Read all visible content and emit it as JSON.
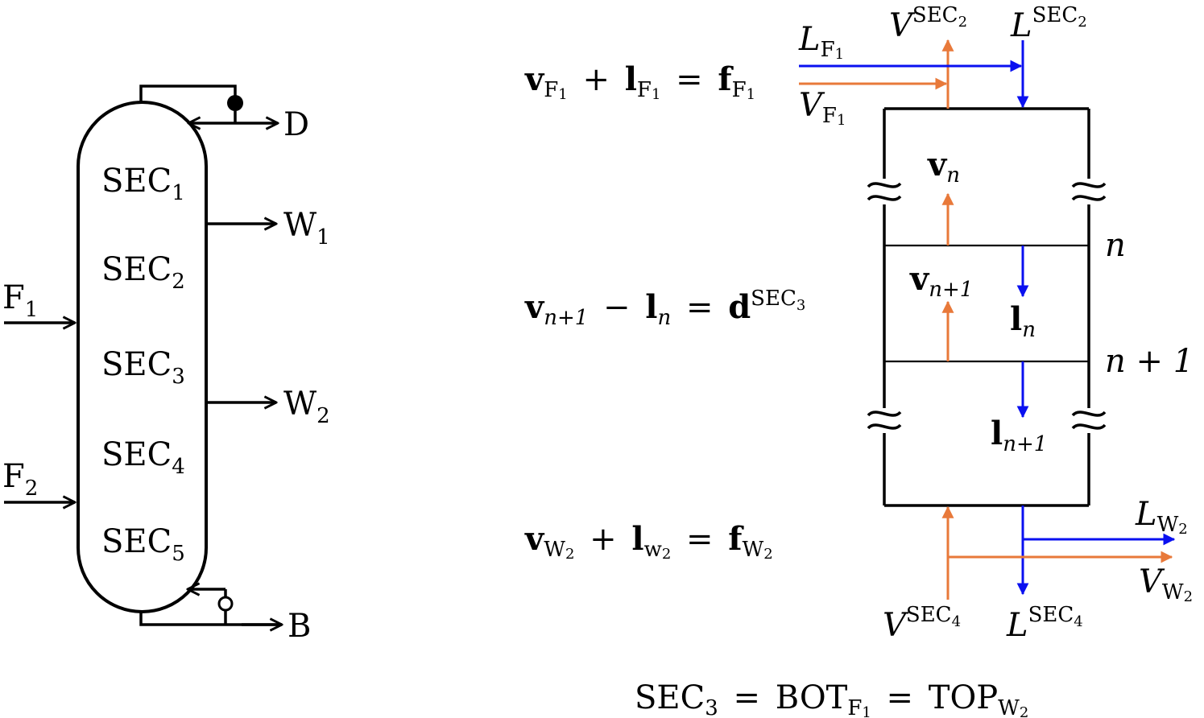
{
  "column": {
    "sections": [
      {
        "base": "SEC",
        "sub": "1"
      },
      {
        "base": "SEC",
        "sub": "2"
      },
      {
        "base": "SEC",
        "sub": "3"
      },
      {
        "base": "SEC",
        "sub": "4"
      },
      {
        "base": "SEC",
        "sub": "5"
      }
    ],
    "streams": {
      "distillate": "D",
      "bottoms": "B",
      "side1": {
        "base": "W",
        "sub": "1"
      },
      "side2": {
        "base": "W",
        "sub": "2"
      },
      "feed1": {
        "base": "F",
        "sub": "1"
      },
      "feed2": {
        "base": "F",
        "sub": "2"
      }
    }
  },
  "equations": {
    "eq1": {
      "v": "v",
      "vsub": "F",
      "vsub2": "1",
      "plus": "+",
      "l": "l",
      "lsub": "F",
      "lsub2": "1",
      "eq": "=",
      "f": "f",
      "fsub": "F",
      "fsub2": "1"
    },
    "eq2": {
      "v": "v",
      "vsub": "n+1",
      "minus": "−",
      "l": "l",
      "lsub": "n",
      "eq": "=",
      "d": "d",
      "dsup": "SEC",
      "dsup2": "3"
    },
    "eq3": {
      "v": "v",
      "vsub": "W",
      "vsub2": "2",
      "plus": "+",
      "l": "l",
      "lsub": "w",
      "lsub2": "2",
      "eq": "=",
      "f": "f",
      "fsub": "W",
      "fsub2": "2"
    },
    "bottom": {
      "a": "SEC",
      "asub": "3",
      "eq1": "=",
      "b": "BOT",
      "bsub": "F",
      "bsub2": "1",
      "eq2": "=",
      "c": "TOP",
      "csub": "W",
      "csub2": "2"
    }
  },
  "stage_diagram": {
    "top_vapor": {
      "sym": "V",
      "sup": "SEC",
      "sup2": "2"
    },
    "top_liquid": {
      "sym": "L",
      "sup": "SEC",
      "sup2": "2"
    },
    "feed_liquid": {
      "sym": "L",
      "sub": "F",
      "sub2": "1"
    },
    "feed_vapor": {
      "sym": "V",
      "sub": "F",
      "sub2": "1"
    },
    "v_n": {
      "sym": "v",
      "sub": "n"
    },
    "v_n1": {
      "sym": "v",
      "sub": "n+1"
    },
    "l_n": {
      "sym": "l",
      "sub": "n"
    },
    "l_n1": {
      "sym": "l",
      "sub": "n+1"
    },
    "stage_n": "n",
    "stage_n1": "n + 1",
    "bot_vapor": {
      "sym": "V",
      "sup": "SEC",
      "sup2": "4"
    },
    "bot_liquid": {
      "sym": "L",
      "sup": "SEC",
      "sup2": "4"
    },
    "side_liquid": {
      "sym": "L",
      "sub": "W",
      "sub2": "2"
    },
    "side_vapor": {
      "sym": "V",
      "sub": "W",
      "sub2": "2"
    }
  },
  "colors": {
    "vapor": "#E8793A",
    "liquid": "#0A10F0",
    "line": "#000000"
  }
}
